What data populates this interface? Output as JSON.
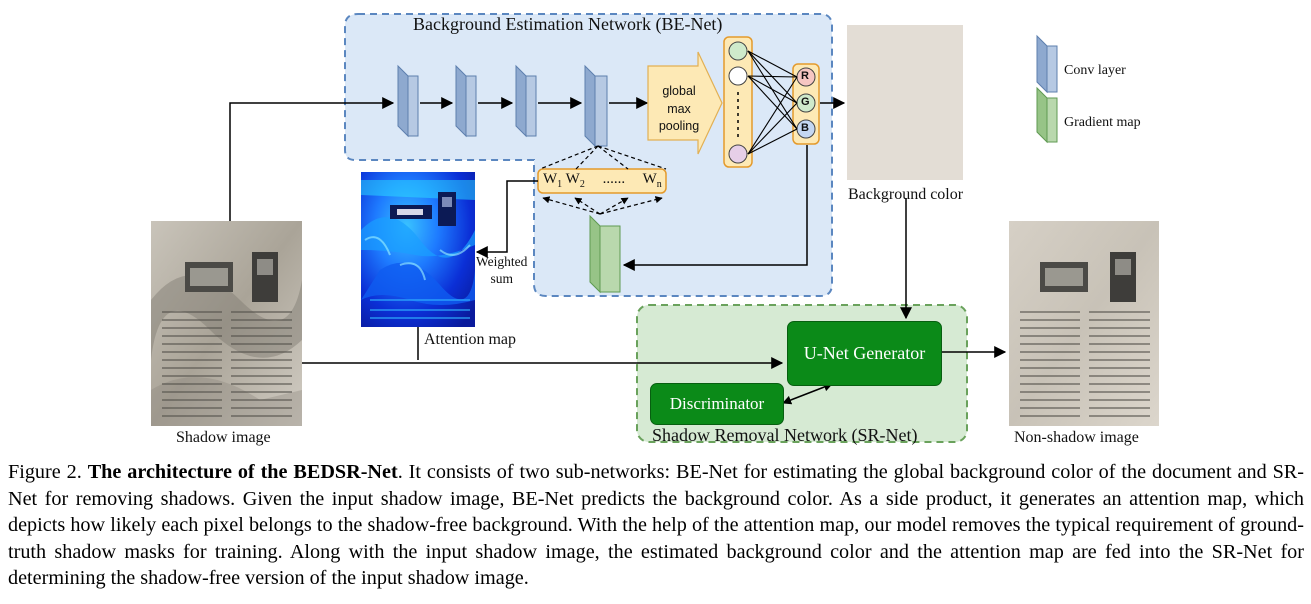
{
  "figure": {
    "be_net_title": "Background Estimation Network (BE-Net)",
    "sr_net_title": "Shadow Removal Network (SR-Net)",
    "global_pooling": [
      "global",
      "max",
      "pooling"
    ],
    "rgb": [
      "R",
      "G",
      "B"
    ],
    "weights": {
      "w1": "W",
      "w1_sub": "1",
      "w2": "W",
      "w2_sub": "2",
      "dots": "......",
      "wn": "W",
      "wn_sub": "n"
    },
    "background_color_label": "Background color",
    "attention_map_label": "Attention map",
    "weighted_sum": [
      "Weighted",
      "sum"
    ],
    "shadow_image_label": "Shadow image",
    "non_shadow_image_label": "Non-shadow image",
    "unet_label": "U-Net Generator",
    "discriminator_label": "Discriminator",
    "legend": {
      "conv": "Conv layer",
      "gradient": "Gradient map"
    },
    "colors": {
      "be_net_fill": "#dbe8f7",
      "be_net_border": "#5b87c0",
      "sr_net_fill": "#d6ead3",
      "sr_net_border": "#6aa25c",
      "conv_fill": "#b6c9e3",
      "gradient_fill": "#b9d8ad",
      "pool_fill": "#fde9b5",
      "green_box": "#0b8a18",
      "background_swatch": "#e3ddd5"
    }
  },
  "caption": {
    "prefix": "Figure 2. ",
    "bold": "The architecture of the BEDSR-Net",
    "text": ". It consists of two sub-networks: BE-Net for estimating the global background color of the document and SR-Net for removing shadows. Given the input shadow image, BE-Net predicts the background color. As a side product, it generates an attention map, which depicts how likely each pixel belongs to the shadow-free background. With the help of the attention map, our model removes the typical requirement of ground-truth shadow masks for training. Along with the input shadow image, the estimated background color and the attention map are fed into the SR-Net for determining the shadow-free version of the input shadow image."
  }
}
